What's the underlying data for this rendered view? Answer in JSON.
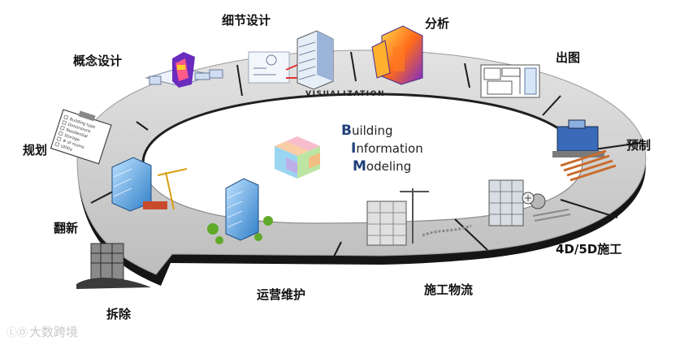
{
  "diagram": {
    "center": {
      "building": {
        "cap": "B",
        "rest": "uilding"
      },
      "information": {
        "cap": "I",
        "rest": "nformation"
      },
      "modeling": {
        "cap": "M",
        "rest": "odeling"
      }
    },
    "ring_label": "VISUALIZATION",
    "stages": {
      "concept_design": "概念设计",
      "detail_design": "细节设计",
      "analysis": "分析",
      "drawing": "出图",
      "prefab": "预制",
      "construction_4d5d": "4D/5D施工",
      "construction_logistics": "施工物流",
      "operation_maintenance": "运营维护",
      "demolition": "拆除",
      "renovation": "翻新",
      "planning": "规划"
    },
    "checklist_lines": [
      "Building type",
      "Dimensions",
      "Residential",
      "Storage",
      "# of rooms",
      "Utility"
    ],
    "watermark": {
      "logo": "ⓁⓄ",
      "text": "大数跨境"
    },
    "colors": {
      "ring_top": "#c8c8c8",
      "ring_side": "#1a1a1a",
      "accent_blue": "#1f3f7a",
      "label": "#111111"
    }
  }
}
